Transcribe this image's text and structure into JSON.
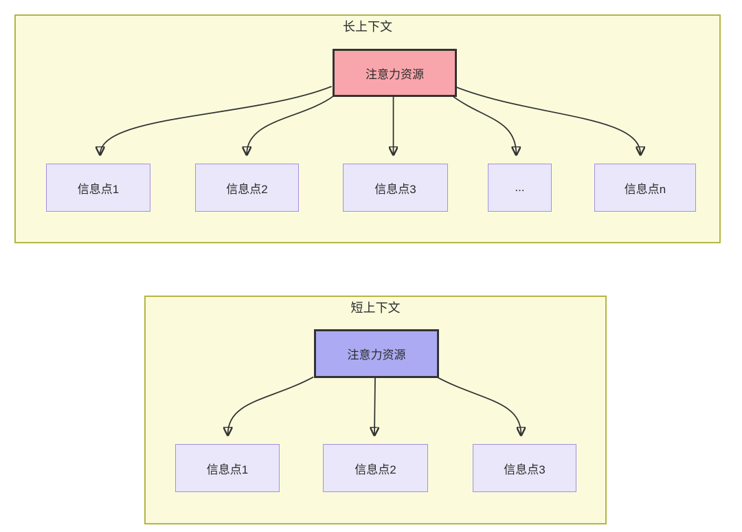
{
  "page": {
    "background": "#ffffff"
  },
  "colors": {
    "container_fill": "#fbfbdc",
    "container_border": "#b5b544",
    "attention_long_fill": "#f8a6ac",
    "attention_short_fill": "#abaaf2",
    "attention_border": "#333333",
    "info_fill": "#e9e7f9",
    "info_border": "#a58fe0",
    "arrow": "#333333",
    "text": "#2b2b2b"
  },
  "diagrams": {
    "long_context": {
      "title": "长上下文",
      "attention": {
        "label": "注意力资源"
      },
      "info_points": [
        {
          "label": "信息点1"
        },
        {
          "label": "信息点2"
        },
        {
          "label": "信息点3"
        },
        {
          "label": "..."
        },
        {
          "label": "信息点n"
        }
      ]
    },
    "short_context": {
      "title": "短上下文",
      "attention": {
        "label": "注意力资源"
      },
      "info_points": [
        {
          "label": "信息点1"
        },
        {
          "label": "信息点2"
        },
        {
          "label": "信息点3"
        }
      ]
    }
  }
}
